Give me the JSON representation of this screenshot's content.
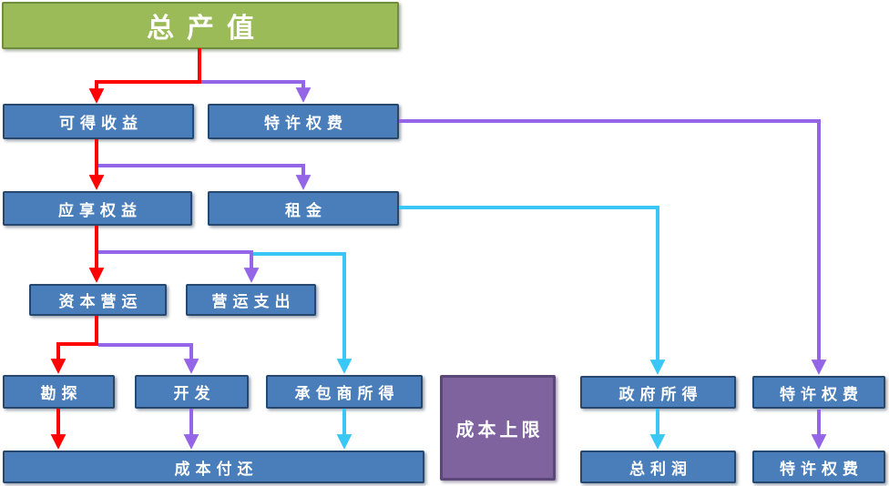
{
  "diagram": {
    "title_node": "总产值",
    "nodes": {
      "total_output": {
        "label": "总产值",
        "fill": "#9BBB59"
      },
      "obtainable_income": {
        "label": "可得收益",
        "fill": "#4A7EBB"
      },
      "royalty_top": {
        "label": "特许权费",
        "fill": "#4A7EBB"
      },
      "entitled_equity": {
        "label": "应享权益",
        "fill": "#4A7EBB"
      },
      "rent": {
        "label": "租金",
        "fill": "#4A7EBB"
      },
      "capital_operation": {
        "label": "资本营运",
        "fill": "#4A7EBB"
      },
      "operating_expense": {
        "label": "营运支出",
        "fill": "#4A7EBB"
      },
      "exploration": {
        "label": "勘探",
        "fill": "#4A7EBB"
      },
      "development": {
        "label": "开发",
        "fill": "#4A7EBB"
      },
      "contractor_income": {
        "label": "承包商所得",
        "fill": "#4A7EBB"
      },
      "cost_ceiling": {
        "label": "成本上限",
        "fill": "#7E639F"
      },
      "government_income": {
        "label": "政府所得",
        "fill": "#4A7EBB"
      },
      "royalty_mid": {
        "label": "特许权费",
        "fill": "#4A7EBB"
      },
      "cost_recovery": {
        "label": "成本付还",
        "fill": "#4A7EBB"
      },
      "total_profit": {
        "label": "总利润",
        "fill": "#4A7EBB"
      },
      "royalty_bottom": {
        "label": "特许权费",
        "fill": "#4A7EBB"
      }
    },
    "colors": {
      "arrow_red": "#FF0202",
      "arrow_purple": "#9465E6",
      "arrow_cyan": "#3BC7F5",
      "box_blue": "#4A7EBB",
      "box_blue_border": "#26476E",
      "box_green": "#9BBB59",
      "box_green_border": "#6E8C3A",
      "box_purple": "#7E639F",
      "box_purple_border": "#5C4878",
      "text": "#FFFFFF",
      "background": "#FFFFFF"
    },
    "edges": [
      "总产值→可得收益 (red)",
      "总产值→特许权费 (purple)",
      "可得收益→应享权益 (red)",
      "可得收益→租金 (purple)",
      "特许权费→特许权费 (purple, right column)",
      "租金→政府所得 (cyan)",
      "应享权益→资本营运 (red)",
      "应享权益→营运支出 (purple)",
      "应享权益→承包商所得 (cyan)",
      "资本营运→勘探 (red)",
      "资本营运→开发 (purple)",
      "勘探→成本付还 (red)",
      "开发→成本付还 (purple)",
      "承包商所得→成本付还 (cyan)",
      "政府所得→总利润 (cyan)",
      "特许权费→特许权费 (purple, bottom right)"
    ]
  }
}
